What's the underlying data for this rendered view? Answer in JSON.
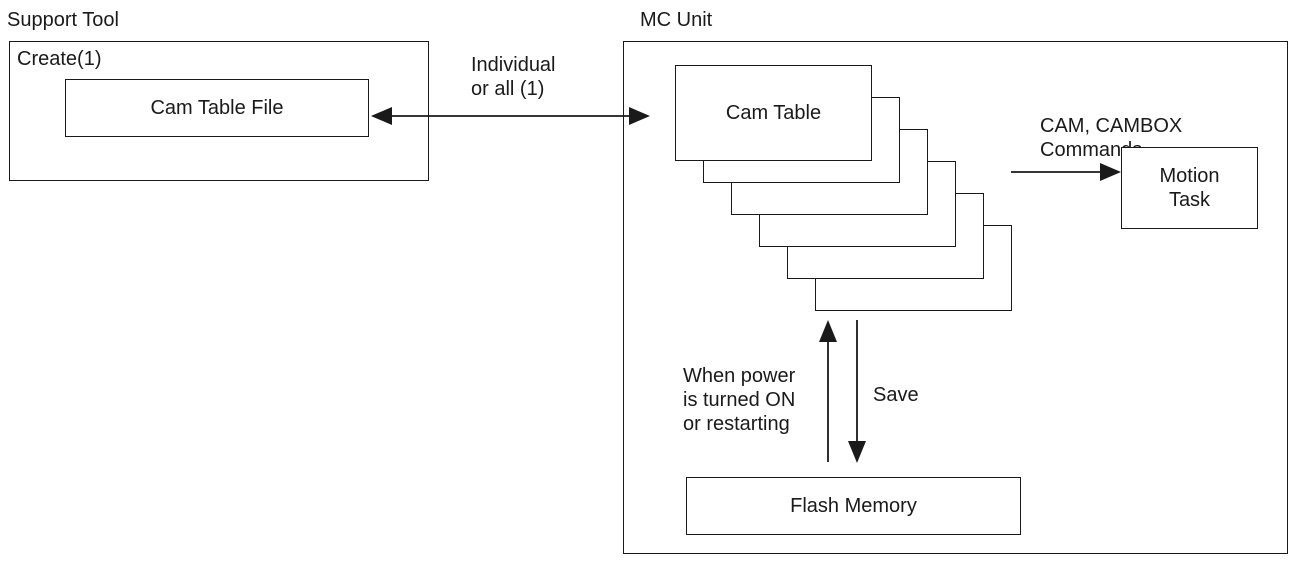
{
  "support_tool": {
    "title": "Support Tool",
    "create_label": "Create(1)",
    "file_label": "Cam Table File"
  },
  "transfer": {
    "label": "Individual\nor all (1)"
  },
  "mc_unit": {
    "title": "MC Unit",
    "cam_table_label": "Cam Table",
    "commands_label": "CAM, CAMBOX\nCommands",
    "motion_task_label": "Motion\nTask",
    "power_label": "When power\nis turned ON\nor restarting",
    "save_label": "Save",
    "flash_memory_label": "Flash Memory"
  }
}
